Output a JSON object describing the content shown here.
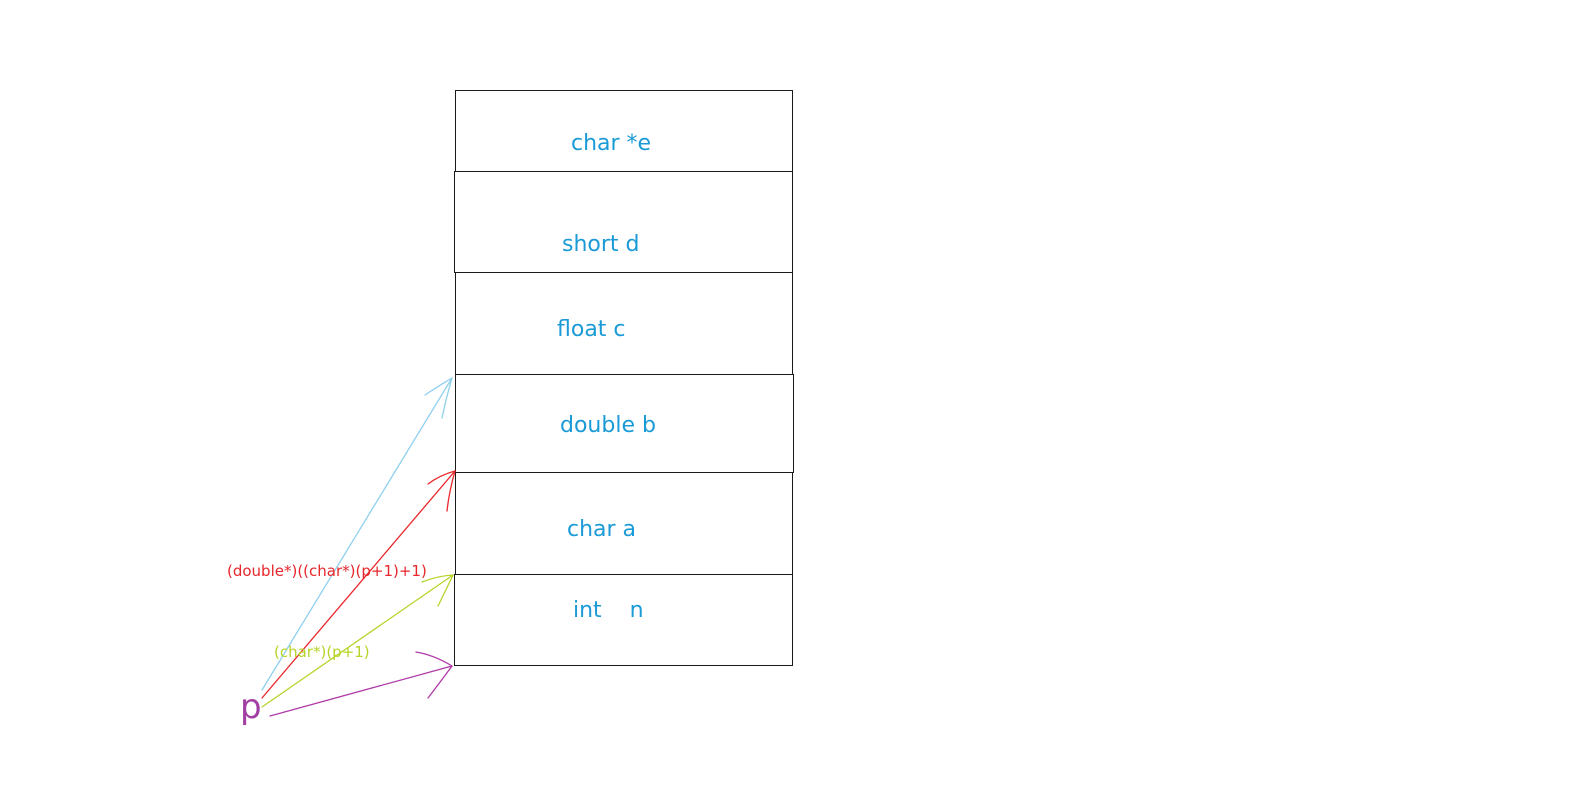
{
  "colors": {
    "label": "#1a9ad6",
    "border": "#1a1a1a",
    "arrow_blue": "#8fd0ec",
    "arrow_red": "#e8262b",
    "arrow_green": "#b6d42a",
    "arrow_purple": "#b03aa8",
    "pointer": "#a23fa3"
  },
  "memory": {
    "cells": [
      {
        "label": "char *e"
      },
      {
        "label": "short d"
      },
      {
        "label": "float c"
      },
      {
        "label": "double b"
      },
      {
        "label": "char a"
      },
      {
        "label": "int    n"
      }
    ]
  },
  "pointer": {
    "label": "p"
  },
  "annotations": {
    "red": "(double*)((char*)(p+1)+1)",
    "green": "(char*)(p+1)"
  }
}
